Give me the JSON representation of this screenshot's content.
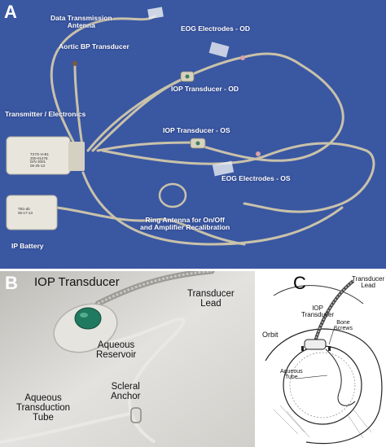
{
  "panels": {
    "a": {
      "letter": "A",
      "labels": {
        "data_antenna": "Data Transmission\nAntenna",
        "aortic_bp": "Aortic BP Transducer",
        "eog_od": "EOG Electrodes - OD",
        "iop_od": "IOP Transducer - OD",
        "transmitter": "Transmitter / Electronics",
        "iop_os": "IOP Transducer - OS",
        "eog_os": "EOG Electrodes - OS",
        "ring_antenna": "Ring Antenna for On/Off\nand Amplifier Recalibration",
        "ip_battery": "IP Battery"
      },
      "device_text": {
        "transmitter": "T27G-H-B1\n200-01478\nD/N 3001\n06-25-13",
        "battery": "TB1-ab\n06-17-13"
      }
    },
    "b": {
      "letter": "B",
      "labels": {
        "title": "IOP Transducer",
        "transducer_lead": "Transducer\nLead",
        "aqueous_reservoir": "Aqueous\nReservoir",
        "scleral_anchor": "Scleral\nAnchor",
        "aqueous_tube": "Aqueous\nTransduction\nTube"
      }
    },
    "c": {
      "letter": "C",
      "labels": {
        "transducer_lead": "Transducer\nLead",
        "iop_transducer": "IOP\nTransducer",
        "bone_screws": "Bone\nScrews",
        "orbit": "Orbit",
        "aqueous_tube": "Aqueous\nTube"
      }
    }
  },
  "colors": {
    "panel_a_background": "#3a57a2",
    "cable": "#c9c2aa",
    "transmitter_body": "#e8e6dc",
    "panel_b_background": "#d9d8d3",
    "transducer_green": "#1f7a5f"
  }
}
